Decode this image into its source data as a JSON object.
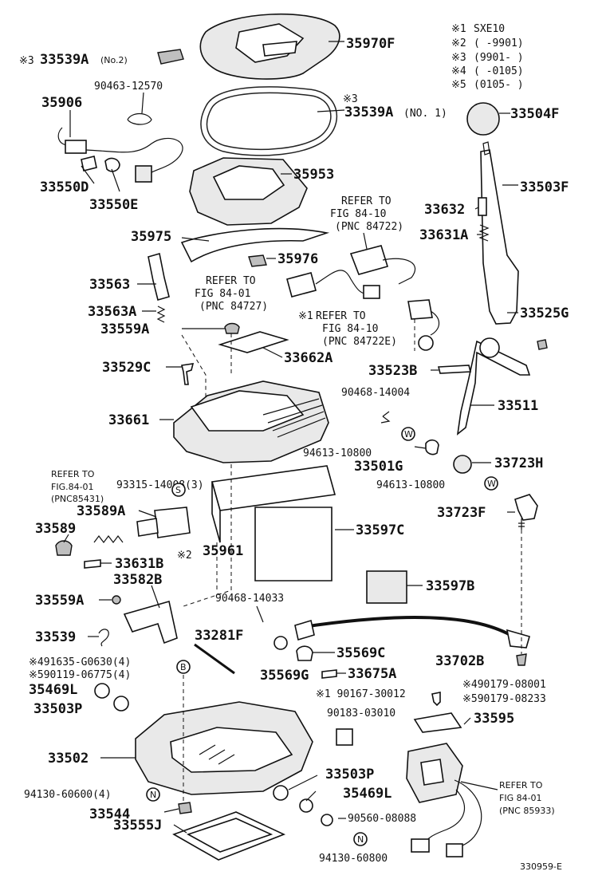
{
  "legend": {
    "items": [
      {
        "mark": "※1",
        "text": "SXE10"
      },
      {
        "mark": "※2",
        "text": "(      -9901)"
      },
      {
        "mark": "※3",
        "text": "(9901-      )"
      },
      {
        "mark": "※4",
        "text": "(     -0105)"
      },
      {
        "mark": "※5",
        "text": "(0105-    )"
      }
    ]
  },
  "labels": {
    "p35970F": "35970F",
    "p33539A_no2_mark": "※3",
    "p33539A_no2": "33539A",
    "p33539A_no2_sub": "(No.2)",
    "p90463_12570": "90463-12570",
    "p35906": "35906",
    "p33539A_no1_mark": "※3",
    "p33539A_no1": "33539A",
    "p33539A_no1_sub": "(NO. 1)",
    "p33504F": "33504F",
    "p33550D": "33550D",
    "p33550E": "33550E",
    "p35953": "35953",
    "p33503F": "33503F",
    "ref1_a": "REFER TO",
    "ref1_b": "FIG 84-10",
    "ref1_c": "(PNC 84722)",
    "p33632": "33632",
    "p33631A": "33631A",
    "p35975": "35975",
    "p35976": "35976",
    "p33563": "33563",
    "ref2_a": "REFER TO",
    "ref2_b": "FIG 84-01",
    "ref2_c": "(PNC 84727)",
    "p33563A": "33563A",
    "ref3_mark": "※1",
    "ref3_a": "REFER TO",
    "ref3_b": "FIG 84-10",
    "ref3_c": "(PNC 84722E)",
    "p33525G": "33525G",
    "p33559A_top": "33559A",
    "p33662A": "33662A",
    "p33529C": "33529C",
    "p33523B": "33523B",
    "p90468_14004": "90468-14004",
    "p33661": "33661",
    "p33511": "33511",
    "p94613_10800_a": "94613-10800",
    "p33501G": "33501G",
    "p33723H": "33723H",
    "p93315_14008": "93315-14008(3)",
    "ref4_a": "REFER TO",
    "ref4_b": "FIG.84-01",
    "ref4_c": "(PNC85431)",
    "p94613_10800_b": "94613-10800",
    "p33723F": "33723F",
    "p33589A": "33589A",
    "p33589": "33589",
    "p33597C": "33597C",
    "p35961": "35961",
    "p35961_mark": "※2",
    "p33631B": "33631B",
    "p33582B": "33582B",
    "p33597B": "33597B",
    "p33559A_mid": "33559A",
    "p90468_14033": "90468-14033",
    "p33539": "33539",
    "p33281F": "33281F",
    "p35569C": "35569C",
    "p33702B": "33702B",
    "p91635": "※491635-G0630(4)",
    "p90119": "※590119-06775(4)",
    "p35569G": "35569G",
    "p33675A": "33675A",
    "p35469L_a": "35469L",
    "p90179_08001": "※490179-08001",
    "p90179_08233": "※590179-08233",
    "p33503P_a": "33503P",
    "p90167_30012": "※1 90167-30012",
    "p90183_03010": "90183-03010",
    "p33595": "33595",
    "p33502": "33502",
    "p33503P_b": "33503P",
    "p94130_60600": "94130-60600(4)",
    "p35469L_b": "35469L",
    "ref5_a": "REFER TO",
    "ref5_b": "FIG 84-01",
    "ref5_c": "(PNC 85933)",
    "p33544": "33544",
    "p90560_08088": "90560-08088",
    "p33555J": "33555J",
    "p94130_60800": "94130-60800",
    "code": "330959-E"
  },
  "symbols": {
    "w": "W",
    "s": "S",
    "b": "B",
    "n": "N"
  }
}
